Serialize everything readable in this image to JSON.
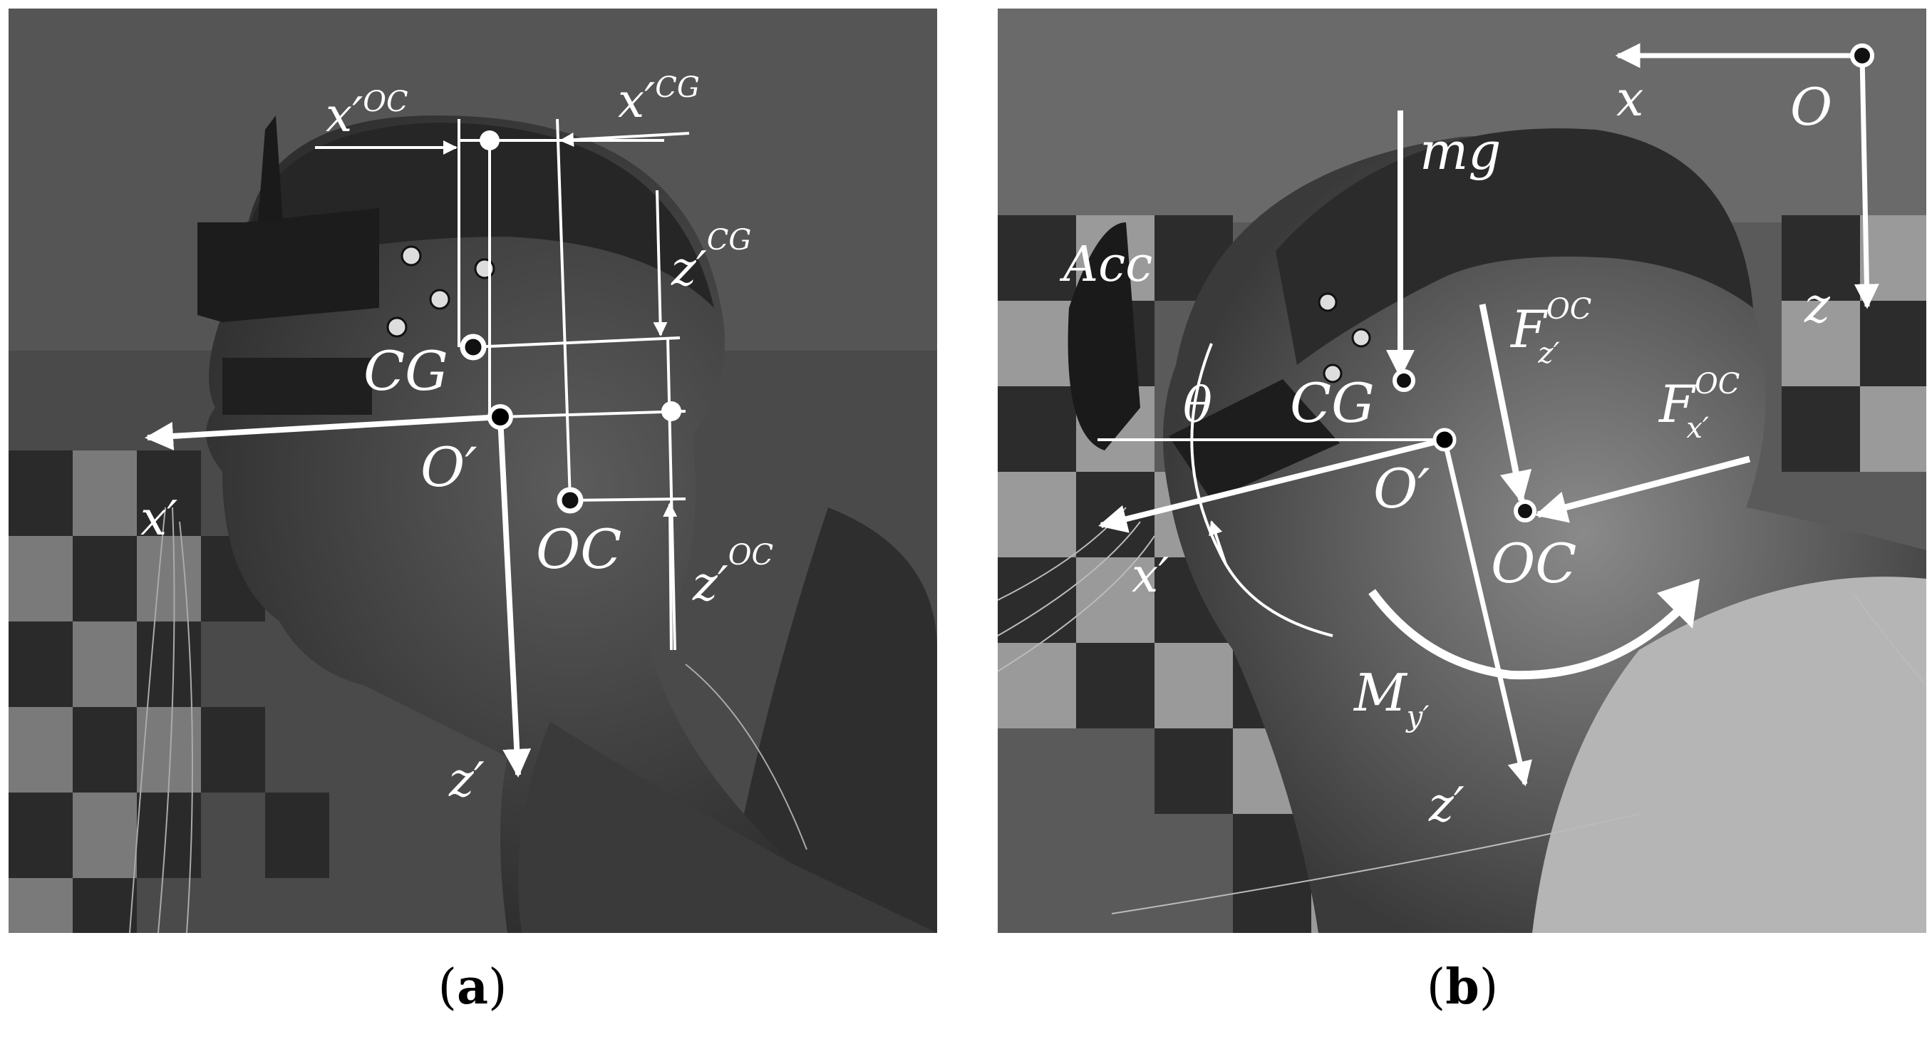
{
  "panels": [
    {
      "caption": "a",
      "labels": {
        "x_oc": "x′",
        "x_oc_sup": "OC",
        "x_cg": "x′",
        "x_cg_sup": "CG",
        "z_cg": "z′",
        "z_cg_sup": "CG",
        "z_oc": "z′",
        "z_oc_sup": "OC",
        "cg": "CG",
        "o_prime": "O′",
        "oc": "OC",
        "x_axis": "x′",
        "z_axis": "z′"
      }
    },
    {
      "caption": "b",
      "labels": {
        "x": "x",
        "o": "O",
        "z": "z",
        "mg": "mg",
        "acc": "Acc",
        "fz": "F",
        "fz_sup": "OC",
        "fz_sub": "z′",
        "fx": "F",
        "fx_sup": "OC",
        "fx_sub": "x′",
        "theta": "θ",
        "cg": "CG",
        "o_prime": "O′",
        "oc": "OC",
        "x_axis": "x′",
        "my": "M",
        "my_sub": "y′",
        "z_axis": "z′"
      }
    }
  ],
  "colors": {
    "annotation": "#ffffff",
    "background": "#ffffff",
    "caption": "#000000"
  }
}
